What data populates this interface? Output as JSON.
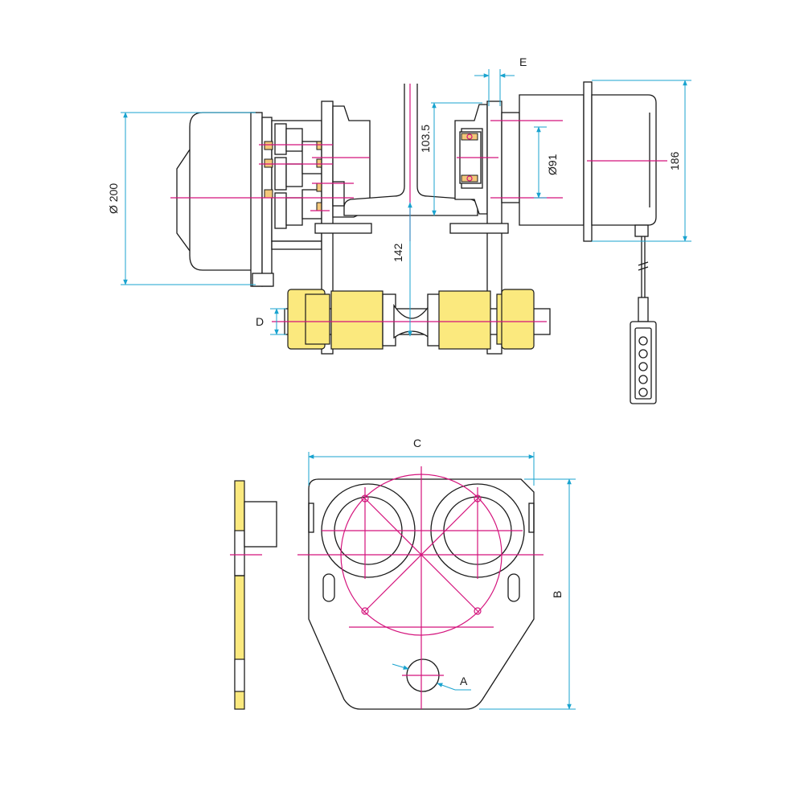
{
  "labels": {
    "E": "E",
    "dia91": "Ø91",
    "h103": "103.5",
    "h186": "186",
    "dia200": "Ø 200",
    "h142": "142",
    "D": "D",
    "C": "C",
    "B": "B",
    "A": "A"
  },
  "colors": {
    "outline": "#1a1a1a",
    "centerline": "#d4137c",
    "dimension": "#19a3cf",
    "wheel_fill": "#fbe97e"
  },
  "icons": [
    "arrow-up-icon",
    "arrow-down-icon",
    "arrow-left-icon",
    "arrow-right-icon"
  ]
}
